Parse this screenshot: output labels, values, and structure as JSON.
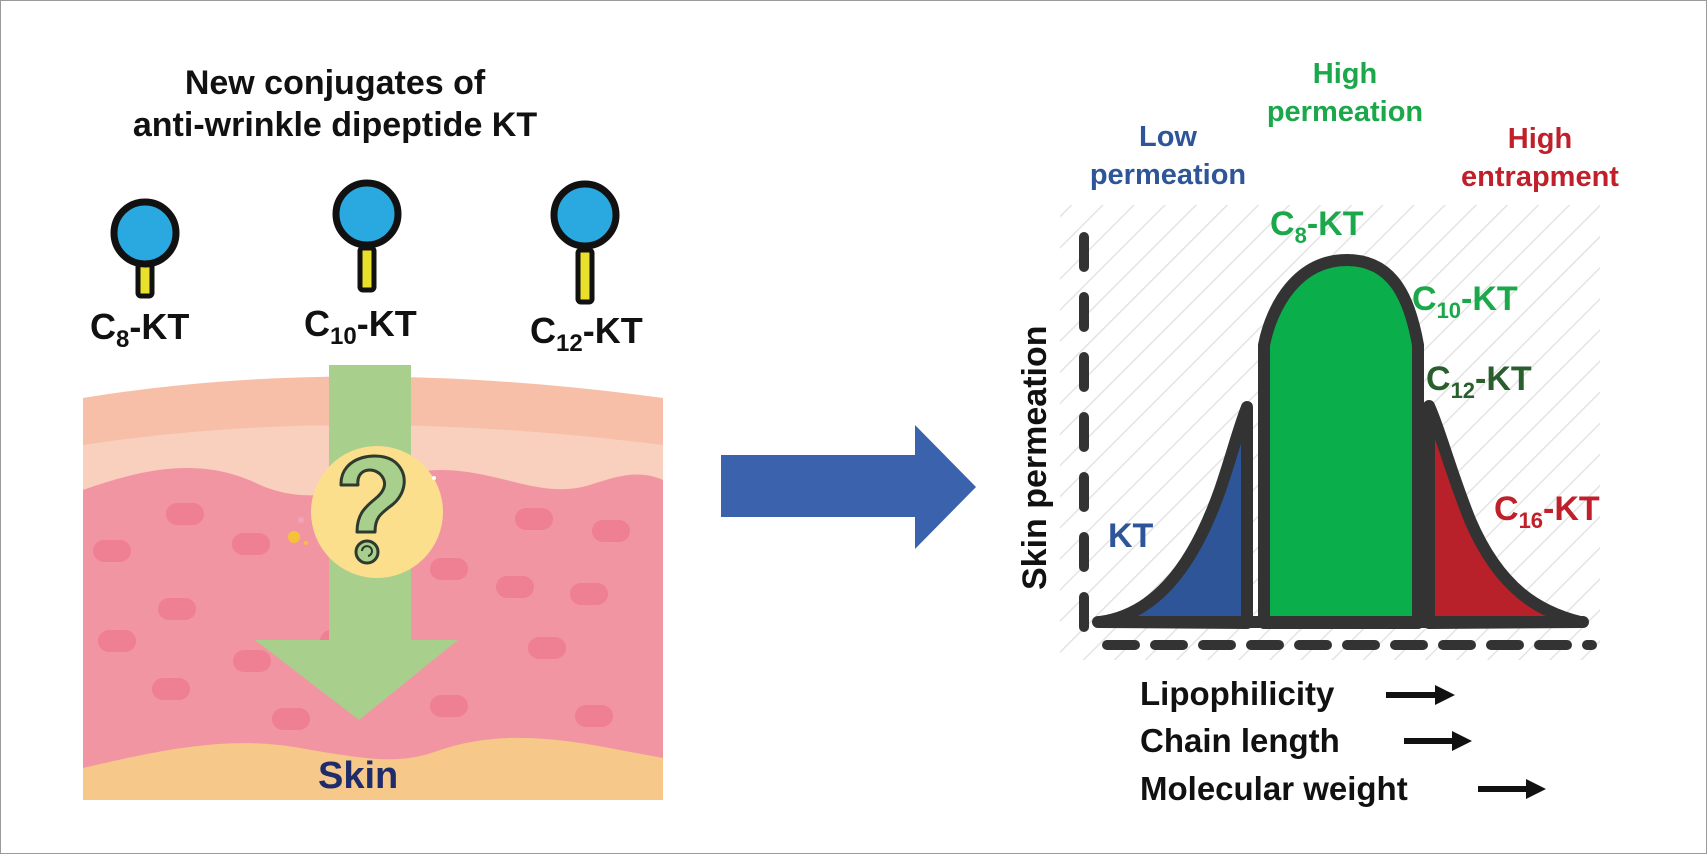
{
  "left_panel": {
    "title_line1": "New conjugates of",
    "title_line2": "anti-wrinkle dipeptide KT",
    "molecules": [
      {
        "prefix": "C",
        "sub": "8",
        "suffix": "-KT"
      },
      {
        "prefix": "C",
        "sub": "10",
        "suffix": "-KT"
      },
      {
        "prefix": "C",
        "sub": "12",
        "suffix": "-KT"
      }
    ],
    "skin_label": "Skin",
    "question_icon": "question-mark-icon"
  },
  "transition_arrow": {
    "icon": "arrow-right-icon",
    "color": "#3b62ad"
  },
  "right_panel": {
    "region_labels": {
      "low": {
        "line1": "Low",
        "line2": "permeation",
        "color": "#2d5597"
      },
      "high_perm": {
        "line1": "High",
        "line2": "permeation",
        "color": "#1aa84a"
      },
      "high_entrap": {
        "line1": "High",
        "line2": "entrapment",
        "color": "#c0202a"
      }
    },
    "y_axis_label": "Skin permeation",
    "curve_labels": [
      {
        "prefix": "",
        "sub": "",
        "suffix": "KT",
        "color": "#2d5597"
      },
      {
        "prefix": "C",
        "sub": "8",
        "suffix": "-KT",
        "color": "#1aa84a"
      },
      {
        "prefix": "C",
        "sub": "10",
        "suffix": "-KT",
        "color": "#1aa84a"
      },
      {
        "prefix": "C",
        "sub": "12",
        "suffix": "-KT",
        "color": "#2a5e2c"
      },
      {
        "prefix": "C",
        "sub": "16",
        "suffix": "-KT",
        "color": "#c0202a"
      }
    ],
    "x_properties": [
      "Lipophilicity",
      "Chain length",
      "Molecular weight"
    ],
    "fill_colors": {
      "low": "#2e5597",
      "high": "#0aae4a",
      "entrap": "#b8202a",
      "outline": "#333333"
    }
  }
}
